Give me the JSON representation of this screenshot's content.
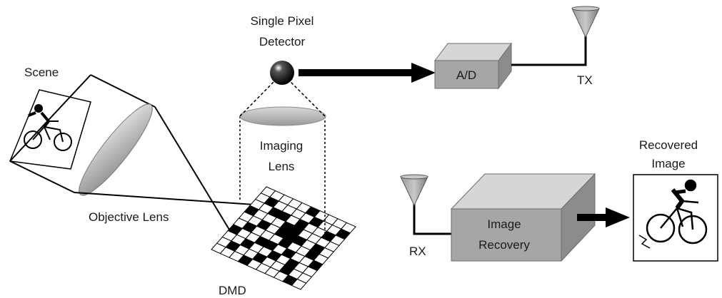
{
  "labels": {
    "scene": "Scene",
    "single_pixel_detector": [
      "Single Pixel",
      "Detector"
    ],
    "imaging_lens": [
      "Imaging",
      "Lens"
    ],
    "objective_lens": "Objective Lens",
    "dmd": "DMD",
    "ad_converter": "A/D",
    "tx": "TX",
    "rx": "RX",
    "image_recovery": [
      "Image",
      "Recovery"
    ],
    "recovered_image": [
      "Recovered",
      "Image"
    ]
  },
  "dmd_pattern": [
    [
      0,
      0,
      0,
      0,
      0,
      1,
      0,
      0,
      0,
      0
    ],
    [
      0,
      1,
      0,
      0,
      0,
      0,
      1,
      0,
      0,
      1
    ],
    [
      0,
      0,
      1,
      1,
      0,
      1,
      0,
      0,
      1,
      0
    ],
    [
      1,
      0,
      0,
      0,
      1,
      1,
      0,
      0,
      0,
      0
    ],
    [
      0,
      0,
      1,
      0,
      1,
      1,
      1,
      0,
      1,
      0
    ],
    [
      0,
      1,
      0,
      0,
      0,
      1,
      0,
      0,
      1,
      0
    ],
    [
      1,
      0,
      0,
      1,
      1,
      0,
      1,
      0,
      0,
      1
    ],
    [
      0,
      0,
      1,
      0,
      0,
      1,
      0,
      1,
      0,
      0
    ],
    [
      0,
      1,
      0,
      0,
      1,
      0,
      0,
      1,
      0,
      0
    ],
    [
      0,
      0,
      0,
      1,
      0,
      0,
      0,
      0,
      1,
      0
    ]
  ],
  "colors": {
    "box_front": "#a6a6a6",
    "box_top": "#d6d6d6",
    "box_side": "#8c8c8c",
    "lens": "#bfbfbf",
    "line": "#000000"
  }
}
